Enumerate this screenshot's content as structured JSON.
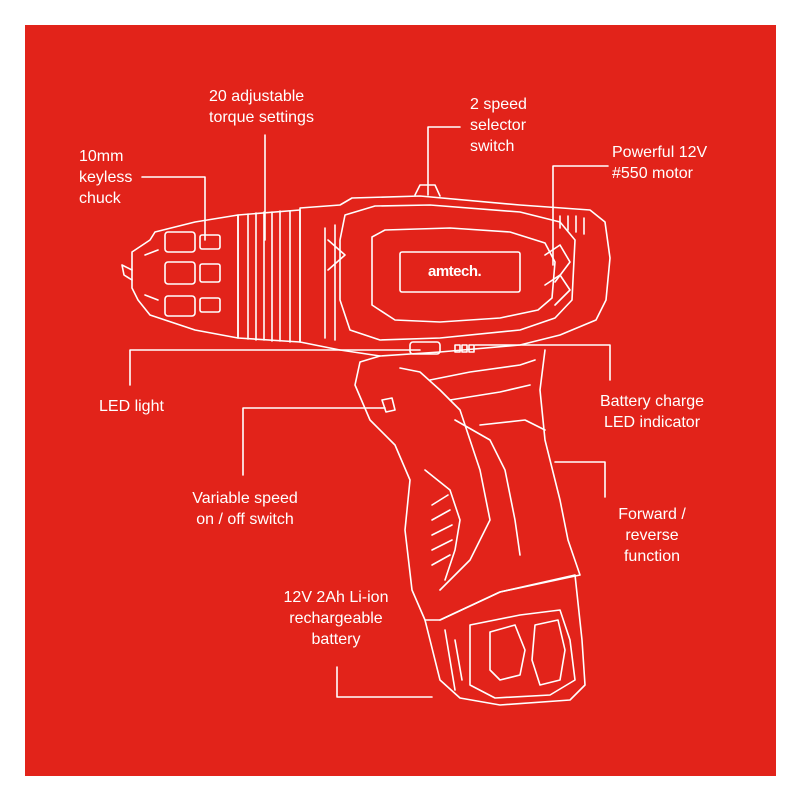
{
  "brand": "amtech",
  "labels": {
    "chuck": "10mm\nkeyless\nchuck",
    "torque": "20 adjustable\ntorque settings",
    "speed_selector": "2 speed\nselector\nswitch",
    "motor": "Powerful 12V\n#550 motor",
    "led_light": "LED light",
    "battery_charge": "Battery charge\nLED indicator",
    "variable_speed": "Variable speed\non / off switch",
    "forward_reverse": "Forward /\nreverse\nfunction",
    "battery": "12V 2Ah Li-ion\nrechargeable\nbattery"
  },
  "colors": {
    "background": "#e2231a",
    "line": "#ffffff",
    "frame": "#ffffff"
  }
}
